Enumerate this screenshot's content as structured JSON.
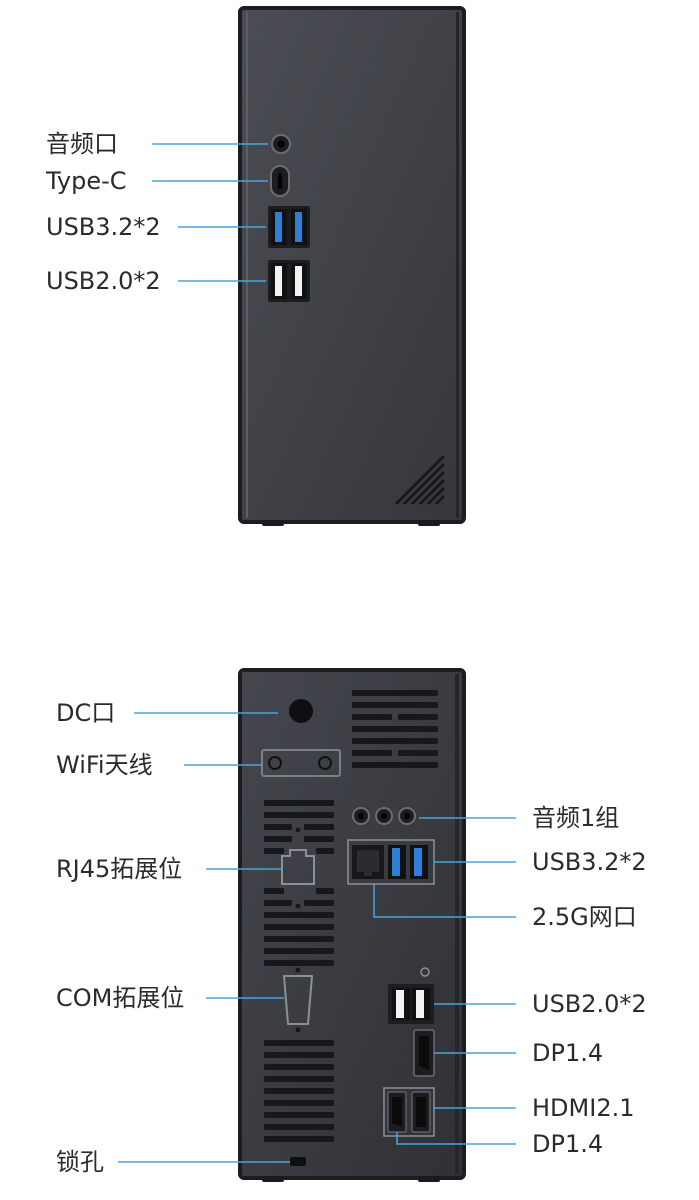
{
  "front": {
    "labels": {
      "audio": "音频口",
      "typec": "Type-C",
      "usb32": "USB3.2*2",
      "usb20": "USB2.0*2"
    }
  },
  "rear": {
    "labels_left": {
      "dc": "DC口",
      "wifi": "WiFi天线",
      "rj45": "RJ45拓展位",
      "com": "COM拓展位",
      "lock": "锁孔"
    },
    "labels_right": {
      "audio": "音频1组",
      "usb32": "USB3.2*2",
      "lan": "2.5G网口",
      "usb20": "USB2.0*2",
      "dp1": "DP1.4",
      "hdmi": "HDMI2.1",
      "dp2": "DP1.4"
    }
  },
  "colors": {
    "leader_line": "#4aa3e0",
    "case_dark": "#3d4046",
    "case_edge": "#1f2125",
    "usb3_blue": "#2f7fd6",
    "text": "#2b2b2b"
  }
}
